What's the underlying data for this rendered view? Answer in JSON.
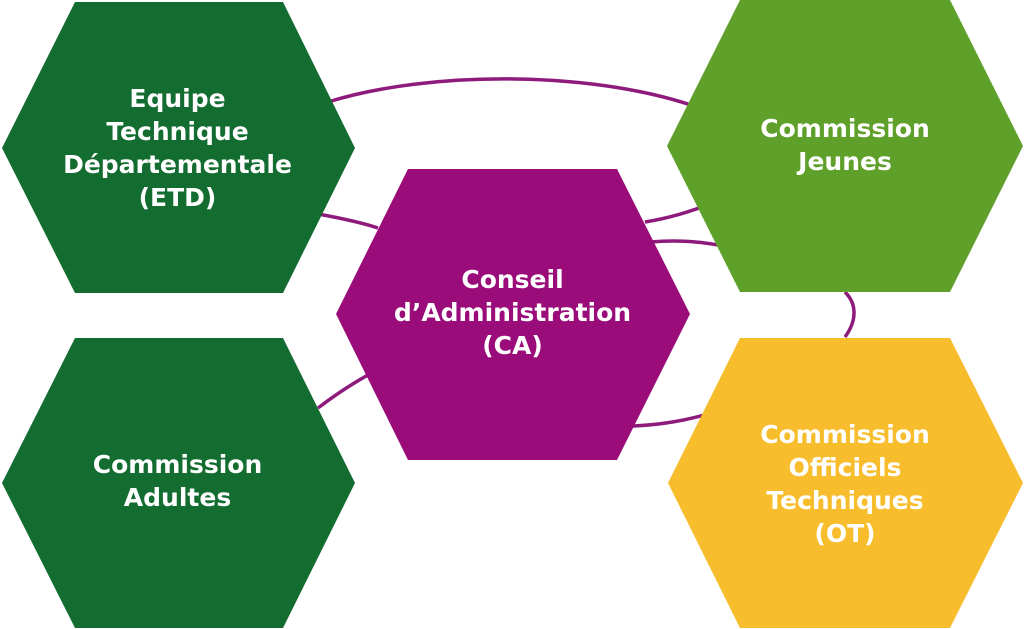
{
  "colors": {
    "dark_green": "#136c30",
    "light_green": "#5fa02a",
    "purple": "#990c7a",
    "yellow": "#f7bd2c",
    "connector": "#8e1a7c",
    "text": "#ffffff"
  },
  "nodes": {
    "etd": {
      "lines": [
        "Equipe",
        "Technique",
        "Départementale",
        "(ETD)"
      ]
    },
    "jeunes": {
      "lines": [
        "Commission",
        "Jeunes"
      ]
    },
    "ca": {
      "lines": [
        "Conseil",
        "d’Administration",
        "(CA)"
      ]
    },
    "adultes": {
      "lines": [
        "Commission",
        "Adultes"
      ]
    },
    "ot": {
      "lines": [
        "Commission",
        "Officiels",
        "Techniques",
        "(OT)"
      ]
    }
  }
}
